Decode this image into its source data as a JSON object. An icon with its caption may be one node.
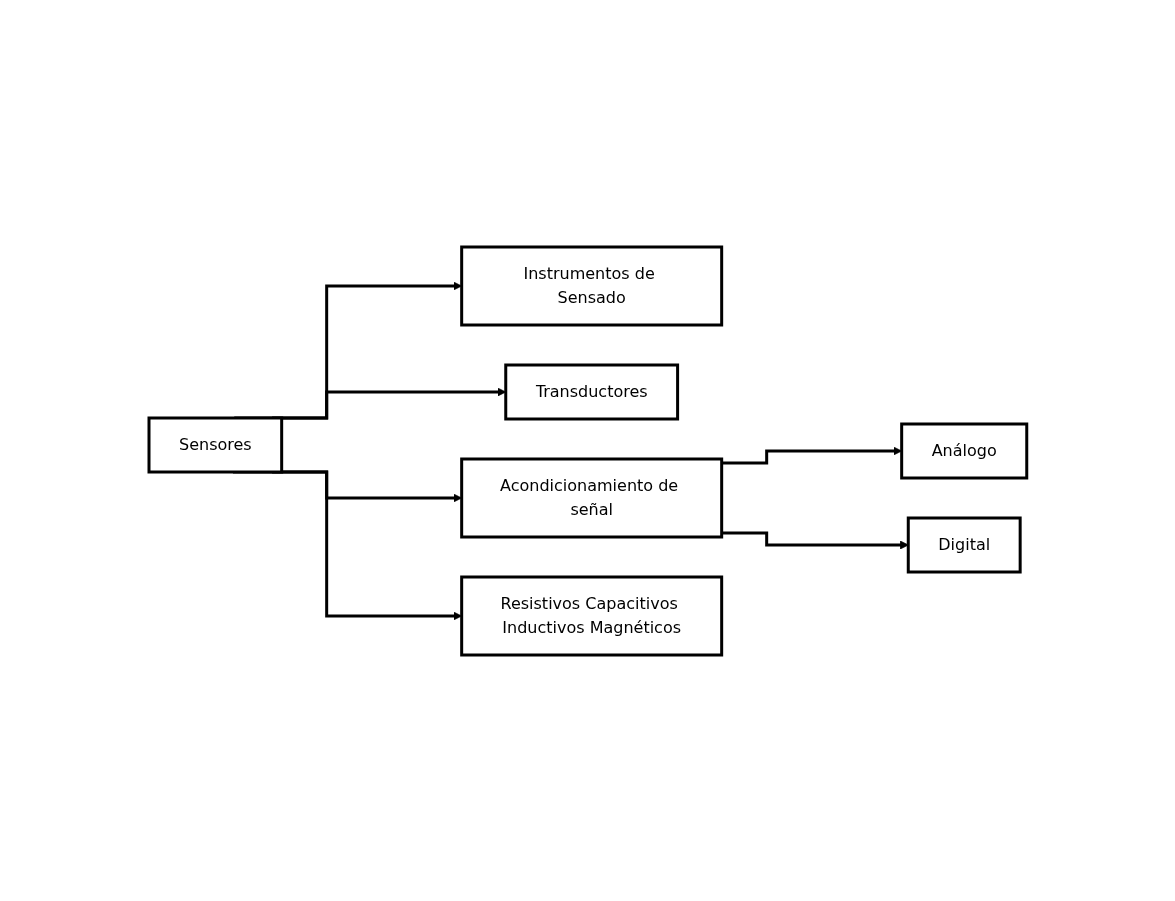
{
  "diagram": {
    "nodes": [
      {
        "text": [
          "Sensores"
        ]
      },
      {
        "text": [
          "Instrumentos de Sensado"
        ]
      },
      {
        "text": [
          "Transductores"
        ]
      },
      {
        "text": [
          "Acondicionamiento de señal"
        ]
      },
      {
        "text": [
          "Análogo"
        ]
      },
      {
        "text": [
          "Digital"
        ]
      },
      {
        "text": [
          "Resistivos Capacitivos Inductivos Magnéticos"
        ]
      }
    ],
    "edges": [
      {
        "from": 0,
        "to": 1,
        "arrow": "to"
      },
      {
        "from": 0,
        "to": 2,
        "arrow": "to"
      },
      {
        "from": 0,
        "to": 3,
        "arrow": "to"
      },
      {
        "from": 0,
        "to": 6,
        "arrow": "to"
      },
      {
        "from": 3,
        "to": 4,
        "arrow": "to"
      },
      {
        "from": 3,
        "to": 5,
        "arrow": "to"
      }
    ]
  }
}
